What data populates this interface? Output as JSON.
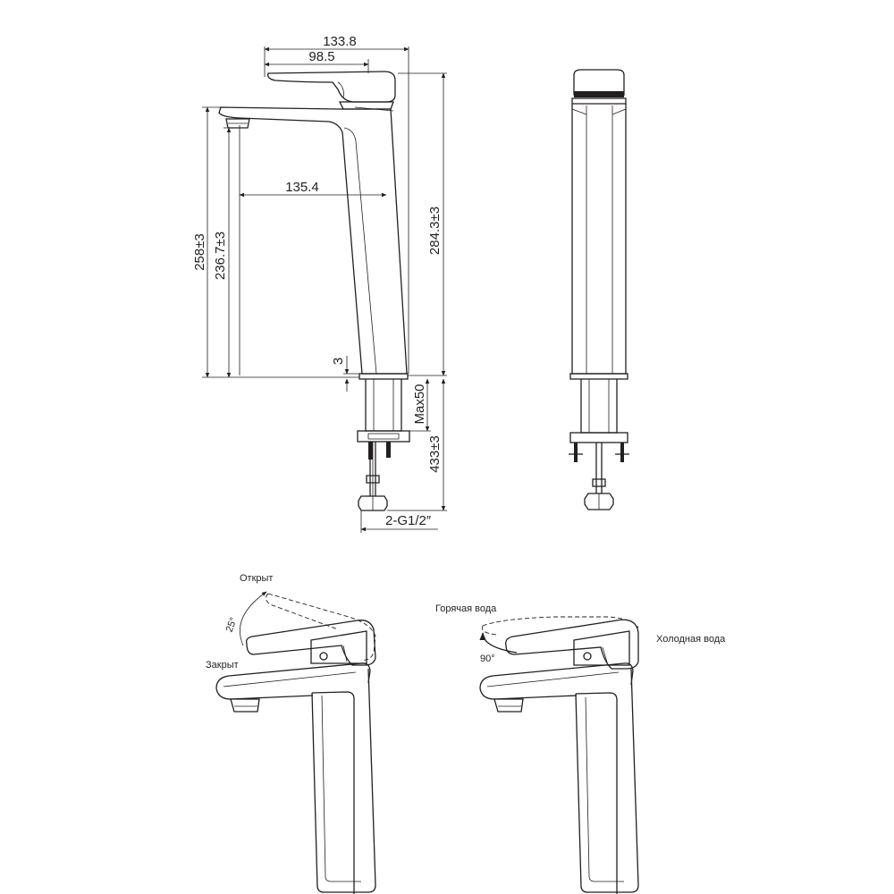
{
  "dimensions": {
    "lever_reach_overall": "133.8",
    "lever_reach": "98.5",
    "spout_reach": "135.4",
    "height_overall": "284.3±3",
    "height_to_spout": "258±3",
    "height_to_outlet": "236.7±3",
    "base_gap": "3",
    "max_counter_thickness": "Max50",
    "hose_length": "433±3",
    "connection_thread": "2-G1/2″"
  },
  "operation": {
    "open_label": "Открыт",
    "closed_label": "Закрыт",
    "lift_angle": "25°",
    "hot_label": "Горячая вода",
    "cold_label": "Холодная вода",
    "rotation_angle": "90°"
  }
}
